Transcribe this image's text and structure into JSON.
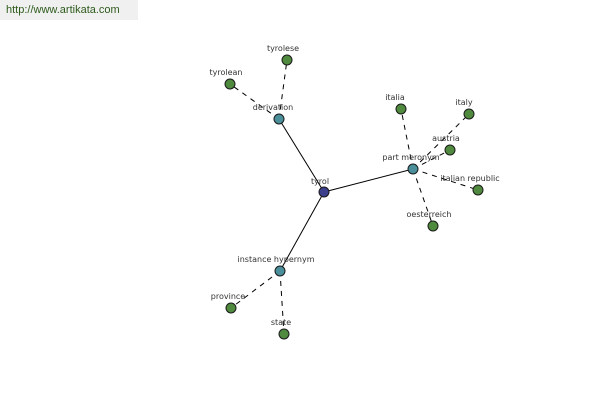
{
  "banner": {
    "url": "http://www.artikata.com"
  },
  "colors": {
    "root": "#3b3f8c",
    "relation": "#4a8f9a",
    "leaf": "#4f8a3e"
  },
  "graph": {
    "nodes": [
      {
        "id": "tyrol",
        "label": "tyrol",
        "kind": "root"
      },
      {
        "id": "derivation",
        "label": "derivation",
        "kind": "relation"
      },
      {
        "id": "part-meronym",
        "label": "part meronym",
        "kind": "relation"
      },
      {
        "id": "instance-hypernym",
        "label": "instance hypernym",
        "kind": "relation"
      },
      {
        "id": "tyrolese",
        "label": "tyrolese",
        "kind": "leaf"
      },
      {
        "id": "tyrolean",
        "label": "tyrolean",
        "kind": "leaf"
      },
      {
        "id": "italia",
        "label": "italia",
        "kind": "leaf"
      },
      {
        "id": "italy",
        "label": "italy",
        "kind": "leaf"
      },
      {
        "id": "austria",
        "label": "austria",
        "kind": "leaf"
      },
      {
        "id": "italian-republic",
        "label": "italian republic",
        "kind": "leaf"
      },
      {
        "id": "oesterreich",
        "label": "oesterreich",
        "kind": "leaf"
      },
      {
        "id": "province",
        "label": "province",
        "kind": "leaf"
      },
      {
        "id": "state",
        "label": "state",
        "kind": "leaf"
      }
    ],
    "edges": [
      {
        "from": "tyrol",
        "to": "derivation",
        "style": "solid"
      },
      {
        "from": "tyrol",
        "to": "part-meronym",
        "style": "solid"
      },
      {
        "from": "tyrol",
        "to": "instance-hypernym",
        "style": "solid"
      },
      {
        "from": "derivation",
        "to": "tyrolese",
        "style": "dashed"
      },
      {
        "from": "derivation",
        "to": "tyrolean",
        "style": "dashed"
      },
      {
        "from": "part-meronym",
        "to": "italia",
        "style": "dashed"
      },
      {
        "from": "part-meronym",
        "to": "italy",
        "style": "dashed"
      },
      {
        "from": "part-meronym",
        "to": "austria",
        "style": "dashed"
      },
      {
        "from": "part-meronym",
        "to": "italian-republic",
        "style": "dashed"
      },
      {
        "from": "part-meronym",
        "to": "oesterreich",
        "style": "dashed"
      },
      {
        "from": "instance-hypernym",
        "to": "province",
        "style": "dashed"
      },
      {
        "from": "instance-hypernym",
        "to": "state",
        "style": "dashed"
      }
    ]
  }
}
